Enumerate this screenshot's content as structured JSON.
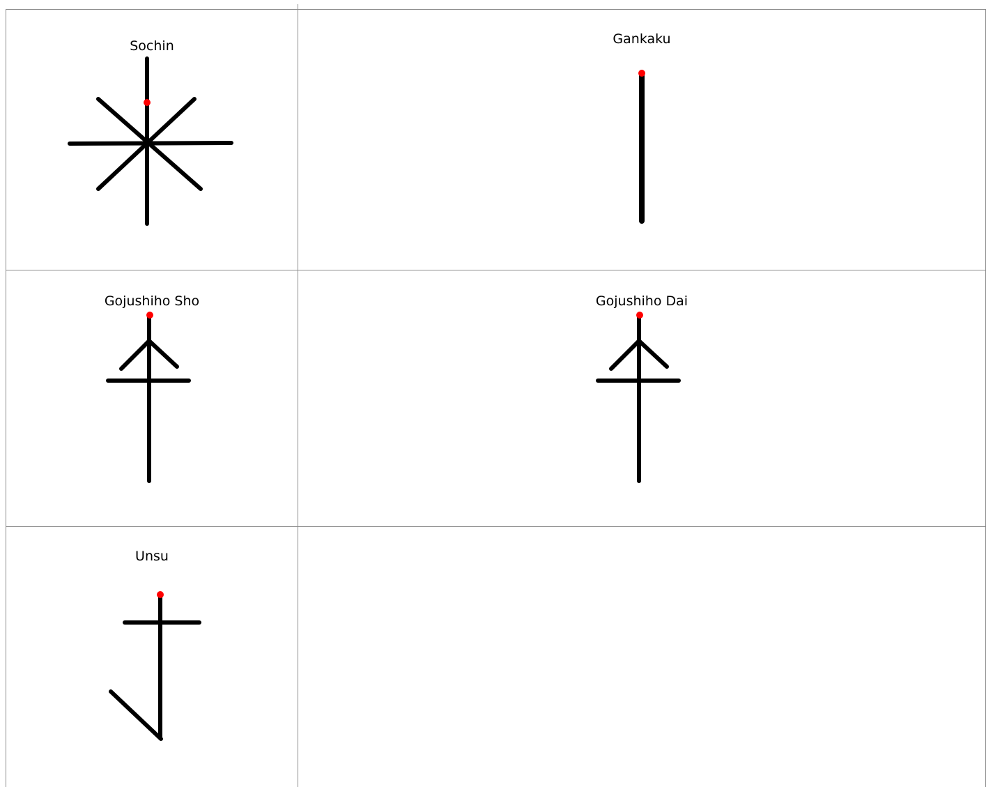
{
  "kata": [
    {
      "name": "Sochin"
    },
    {
      "name": "Gankaku"
    },
    {
      "name": "Gojushiho Sho"
    },
    {
      "name": "Gojushiho Dai"
    },
    {
      "name": "Unsu"
    }
  ],
  "colors": {
    "grid_line": "#8c8c8c",
    "stroke": "#000000",
    "start_dot": "#ff0000"
  }
}
